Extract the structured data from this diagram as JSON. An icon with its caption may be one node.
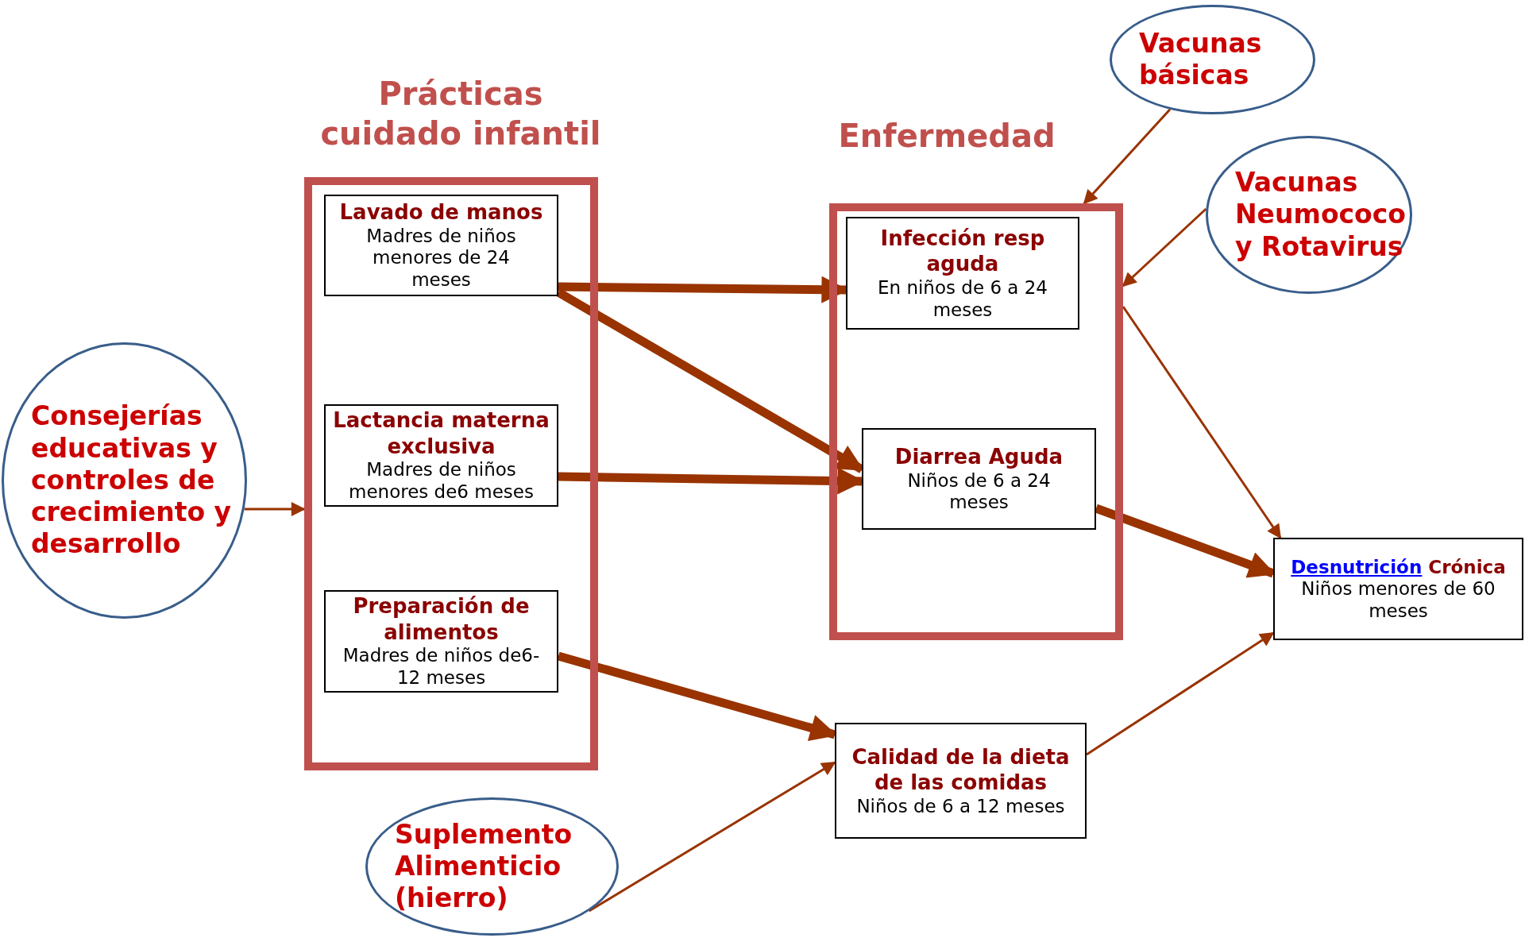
{
  "diagram": {
    "nodes": [
      {
        "text": [
          "Prácticas cuidado infantil"
        ]
      },
      {
        "text": [
          "Lavado de manos",
          "Madres de niños menores de 24 meses"
        ],
        "in": 0
      },
      {
        "text": [
          "Lactancia materna exclusiva",
          "Madres de niños menores de6 meses"
        ],
        "in": 0
      },
      {
        "text": [
          "Preparación de alimentos",
          "Madres de niños de6-12 meses"
        ],
        "in": 0
      },
      {
        "text": [
          "Enfermedad"
        ]
      },
      {
        "text": [
          "Infección resp aguda",
          "En niños de 6 a 24 meses"
        ],
        "in": 4
      },
      {
        "text": [
          "Diarrea Aguda",
          "Niños de 6 a 24 meses"
        ],
        "in": 4
      },
      {
        "text": [
          "Calidad de la dieta de las comidas",
          "Niños de 6 a 12 meses"
        ]
      },
      {
        "text": [
          "Desnutrición",
          "Crónica",
          "Niños menores de 60 meses"
        ]
      },
      {
        "text": [
          "Consejerías educativas y controles de crecimiento y desarrollo"
        ]
      },
      {
        "text": [
          "Vacunas básicas"
        ]
      },
      {
        "text": [
          "Vacunas Neumococo y Rotavirus"
        ]
      },
      {
        "text": [
          "Suplemento Alimenticio (hierro)"
        ]
      }
    ],
    "edges": [
      {
        "from": 9,
        "to": 0,
        "arrow": "to"
      },
      {
        "from": 1,
        "to": 5,
        "arrow": "to",
        "style": "thick"
      },
      {
        "from": 1,
        "to": 6,
        "arrow": "to",
        "style": "thick"
      },
      {
        "from": 2,
        "to": 6,
        "arrow": "to",
        "style": "thick"
      },
      {
        "from": 3,
        "to": 7,
        "arrow": "to",
        "style": "thick"
      },
      {
        "from": 10,
        "to": 4,
        "arrow": "to"
      },
      {
        "from": 11,
        "to": 4,
        "arrow": "to"
      },
      {
        "from": 4,
        "to": 8,
        "arrow": "to"
      },
      {
        "from": 6,
        "to": 8,
        "arrow": "to",
        "style": "thick"
      },
      {
        "from": 7,
        "to": 8,
        "arrow": "to"
      },
      {
        "from": 12,
        "to": 7,
        "arrow": "to"
      }
    ]
  }
}
